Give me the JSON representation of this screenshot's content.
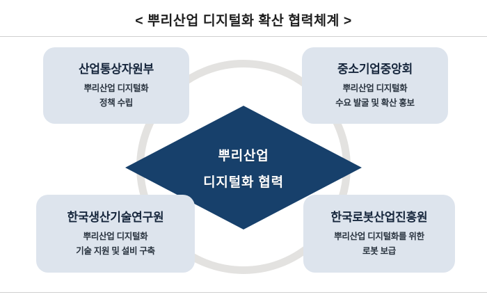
{
  "header": {
    "title": "< 뿌리산업 디지털화 확산 협력체계 >"
  },
  "center": {
    "line1": "뿌리산업",
    "line2": "디지털화 협력",
    "fill_color": "#17406b",
    "text_color": "#ffffff"
  },
  "ring": {
    "color": "#e3e2e0"
  },
  "nodes": [
    {
      "position": "top-left",
      "title": "산업통상자원부",
      "line1": "뿌리산업 디지털화",
      "line2": "정책 수립"
    },
    {
      "position": "top-right",
      "title": "중소기업중앙회",
      "line1": "뿌리산업 디지털화",
      "line2": "수요 발굴 및 확산 홍보"
    },
    {
      "position": "bottom-left",
      "title": "한국생산기술연구원",
      "line1": "뿌리산업 디지털화",
      "line2": "기술 지원 및 설비 구축"
    },
    {
      "position": "bottom-right",
      "title": "한국로봇산업진흥원",
      "line1": "뿌리산업 디지털화를 위한",
      "line2": "로봇 보급"
    }
  ],
  "style": {
    "node_bg": "#dde4ed",
    "node_title_color": "#16263c",
    "node_text_color": "#2a3440",
    "rule_color": "#cfcfcf",
    "page_bg": "#ffffff"
  }
}
